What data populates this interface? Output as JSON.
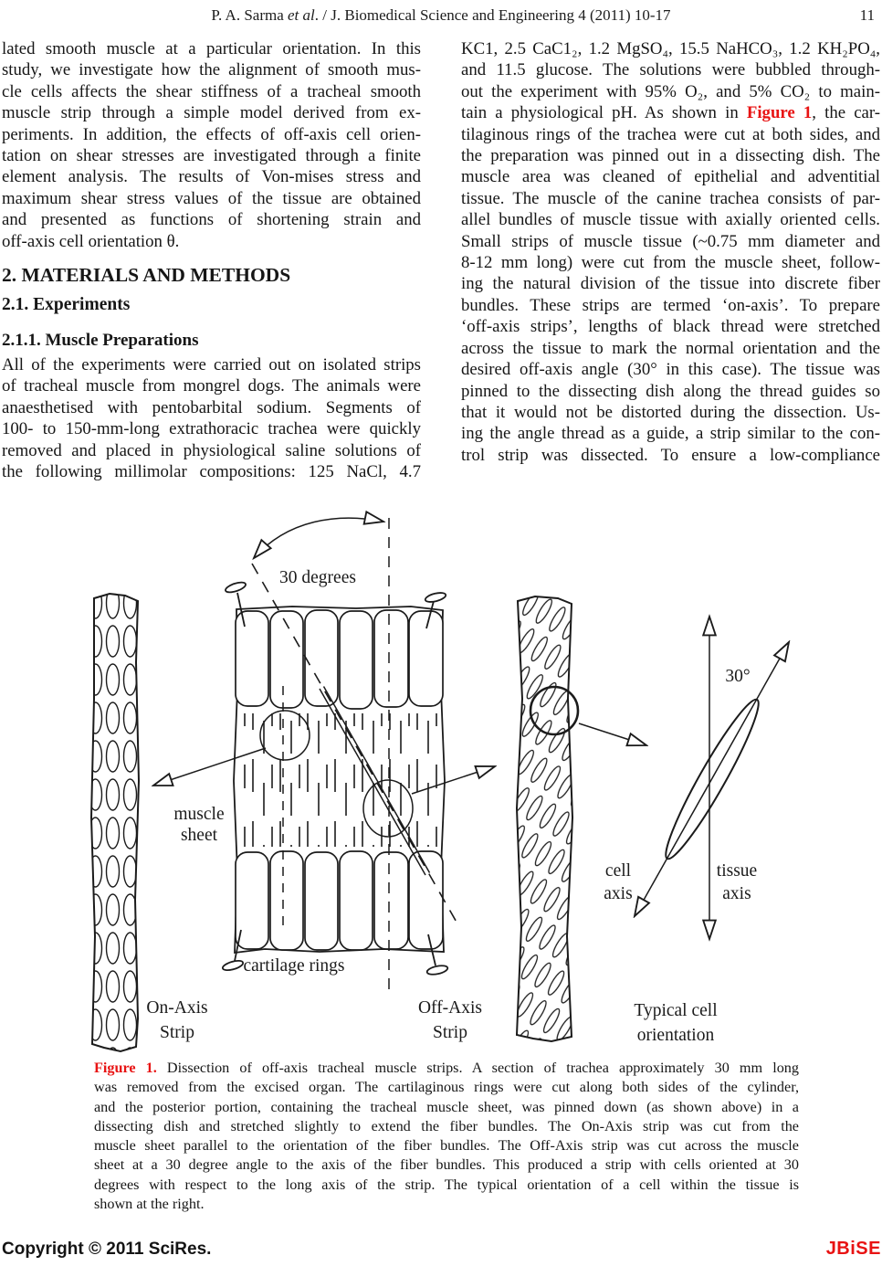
{
  "page": {
    "number": "11"
  },
  "header": {
    "before_italic": "P. A. Sarma ",
    "italic": "et al",
    "after_italic": ". / J. Biomedical Science and Engineering 4 (2011) 10-17"
  },
  "left_column": {
    "para1_lines": [
      "lated smooth muscle at a particular orientation. In this",
      "study, we investigate how the alignment of smooth mus-",
      "cle cells affects the shear stiffness of a tracheal smooth",
      "muscle strip through a simple model derived from ex-",
      "periments. In addition, the effects of off-axis cell orien-",
      "tation on shear stresses are investigated through a finite",
      "element analysis. The results of Von-mises stress and",
      "maximum shear stress values of the tissue are obtained",
      "and presented as functions of shortening strain and",
      "off-axis cell orientation θ."
    ],
    "h1": "2. MATERIALS AND METHODS",
    "h2": "2.1. Experiments",
    "h3": "2.1.1. Muscle Preparations",
    "para2_lines": [
      "All of the experiments were carried out on isolated strips",
      "of tracheal muscle from mongrel dogs. The animals were",
      "anaesthetised with pentobarbital sodium. Segments of",
      "100- to 150-mm-long extrathoracic trachea were quickly",
      "removed and placed in physiological saline solutions of",
      "the following millimolar compositions: 125 NaCl, 4.7"
    ]
  },
  "right_column": {
    "para_lines_a": [
      "KC1, 2.5 CaC1₂, 1.2 MgSO₄, 15.5 NaHCO₃, 1.2 KH₂PO₄,",
      "and 11.5 glucose. The solutions were bubbled through-",
      "out the experiment with 95% O₂, and 5% CO₂ to main-"
    ],
    "figref": {
      "before": "tain a physiological pH. As shown in ",
      "label": "Figure 1",
      "after": ", the car-"
    },
    "para_lines_b": [
      "tilaginous rings of the trachea were cut at both sides, and",
      "the preparation was pinned out in a dissecting dish. The",
      "muscle area was cleaned of epithelial and adventitial",
      "tissue. The muscle of the canine trachea consists of par-",
      "allel bundles of muscle tissue with axially oriented cells.",
      "Small strips of muscle tissue (~0.75 mm diameter and",
      "8-12 mm long) were cut from the muscle sheet, follow-",
      "ing the natural division of the tissue into discrete fiber",
      "bundles. These strips are termed ‘on-axis’. To prepare",
      "‘off-axis strips’, lengths of black thread were stretched",
      "across the tissue to mark the normal orientation and the",
      "desired off-axis angle (30° in this case). The tissue was",
      "pinned to the dissecting dish along the thread guides so",
      "that it would not be distorted during the dissection. Us-",
      "ing the angle thread as a guide, a strip similar to the con-",
      "trol strip was dissected. To ensure a low-compliance"
    ]
  },
  "figure": {
    "angle_label": "30 degrees",
    "muscle_sheet": [
      "muscle",
      "sheet"
    ],
    "cartilage_rings": "cartilage rings",
    "on_axis": [
      "On-Axis",
      "Strip"
    ],
    "off_axis": [
      "Off-Axis",
      "Strip"
    ],
    "cell_angle": "30°",
    "cell_axis": [
      "cell",
      "axis"
    ],
    "tissue_axis": [
      "tissue",
      "axis"
    ],
    "typical": [
      "Typical cell",
      "orientation"
    ]
  },
  "caption": {
    "label": "Figure 1.",
    "line1_rest": " Dissection of off-axis tracheal muscle strips. A section of trachea approximately 30 mm long",
    "lines": [
      "was removed from the excised organ. The cartilaginous rings were cut along both sides of the cylinder,",
      "and the posterior portion, containing the tracheal muscle sheet, was pinned down (as shown above) in a",
      "dissecting dish and stretched slightly to extend the fiber bundles. The On-Axis strip was cut from the",
      "muscle sheet parallel to the orientation of the fiber bundles. The Off-Axis strip was cut across the muscle",
      "sheet at a 30 degree angle to the axis of the fiber bundles. This produced a strip with cells oriented at 30",
      "degrees with respect to the long axis of the strip. The typical orientation of a cell within the tissue is",
      "shown at the right."
    ]
  },
  "footer": {
    "copyright": "Copyright © 2011 SciRes.",
    "journal": "JBiSE"
  },
  "colors": {
    "accent_red": "#e81313",
    "text": "#161616"
  }
}
